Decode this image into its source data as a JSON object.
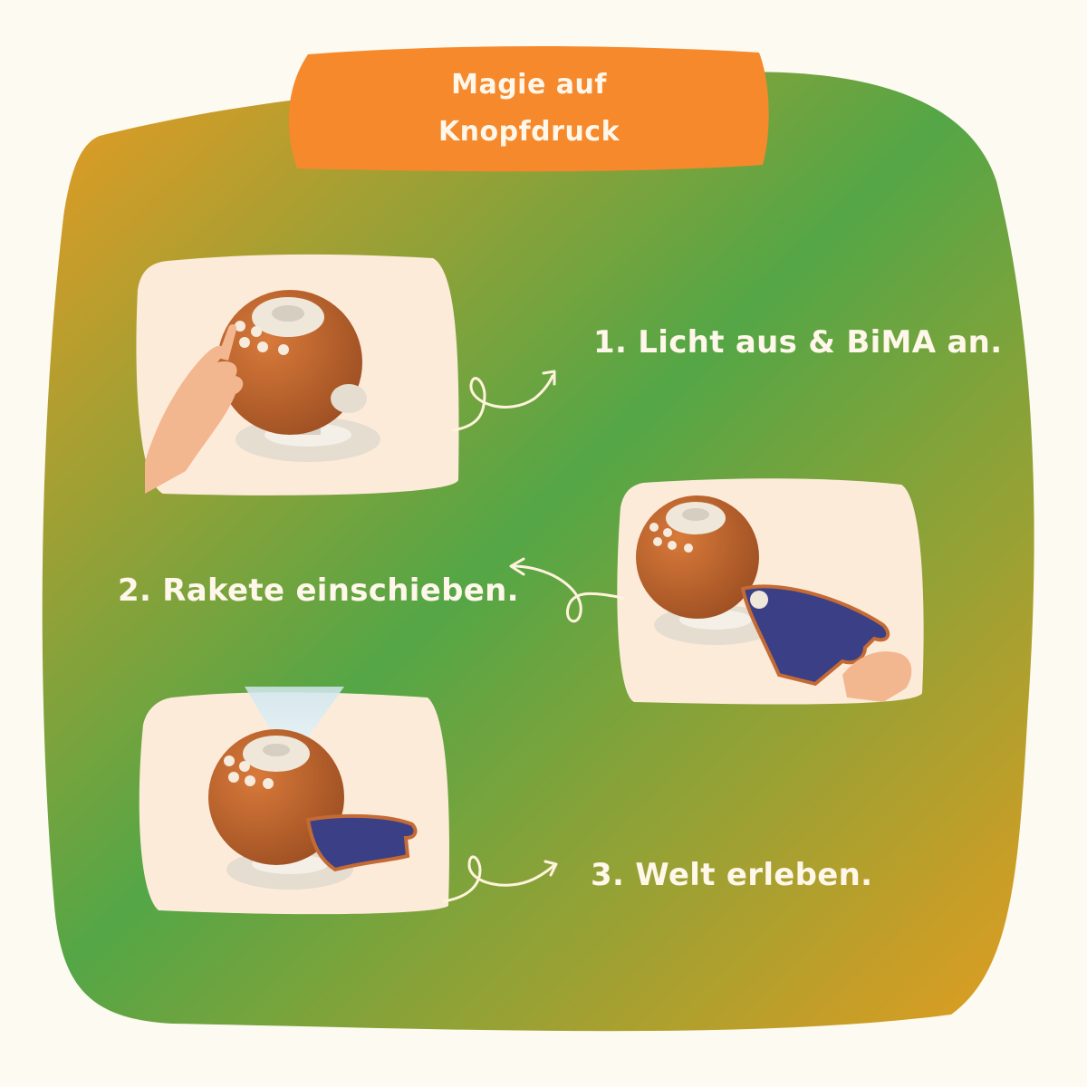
{
  "title": {
    "line1": "Magie auf",
    "line2": "Knopfdruck"
  },
  "steps": [
    {
      "label": "1. Licht aus & BiMA an."
    },
    {
      "label": "2. Rakete einschieben."
    },
    {
      "label": "3. Welt erleben."
    }
  ],
  "colors": {
    "background": "#FDFAF1",
    "blob_orange": "#E99A22",
    "blob_green": "#54A646",
    "title_orange": "#F6892C",
    "card_cream": "#FDEBDA",
    "text_cream": "#FFF7EA",
    "device_brown": "#B8612E",
    "device_grey": "#E4DDD0",
    "card_blue": "#3A3F86",
    "light_beam": "#CFE6EE"
  }
}
